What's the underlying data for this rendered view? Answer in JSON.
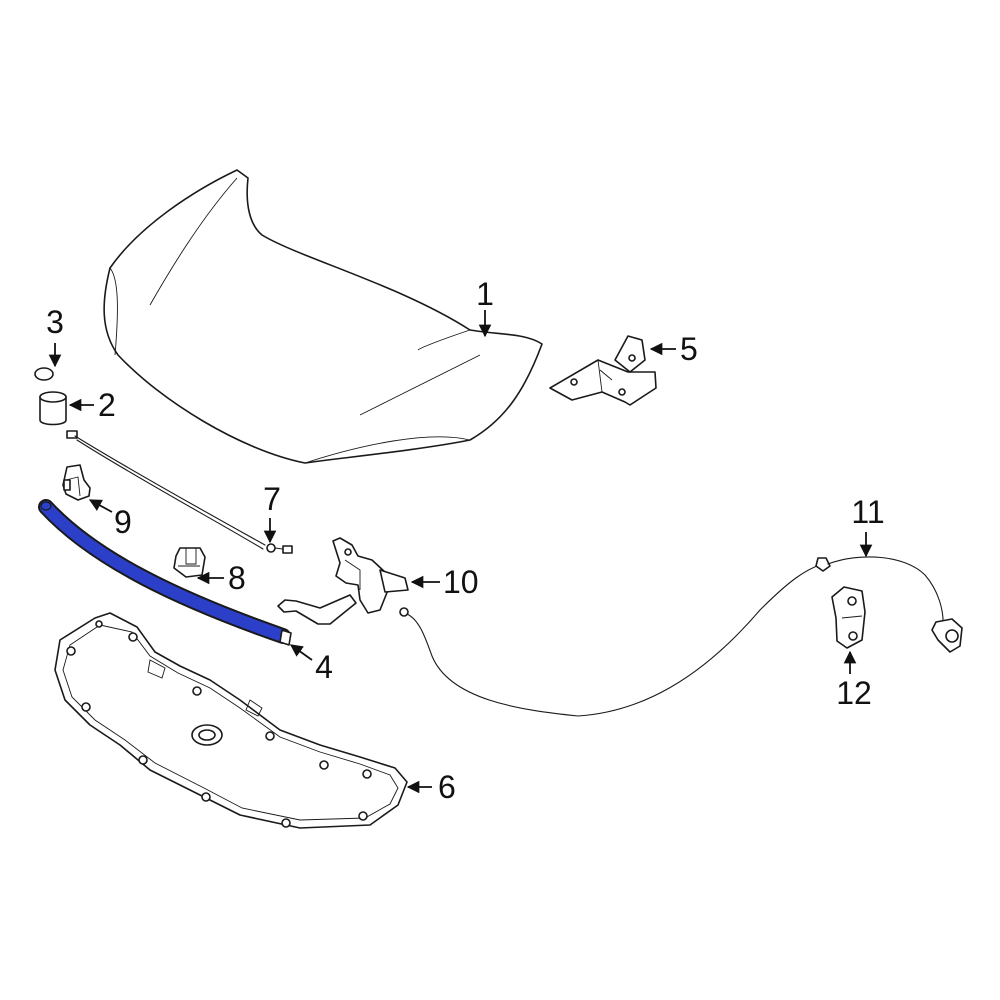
{
  "colors": {
    "line": "#1a1a1a",
    "highlight": "#2b3fc8",
    "background": "#ffffff"
  },
  "callouts": {
    "c1": "1",
    "c2": "2",
    "c3": "3",
    "c4": "4",
    "c5": "5",
    "c6": "6",
    "c7": "7",
    "c8": "8",
    "c9": "9",
    "c10": "10",
    "c11": "11",
    "c12": "12"
  }
}
